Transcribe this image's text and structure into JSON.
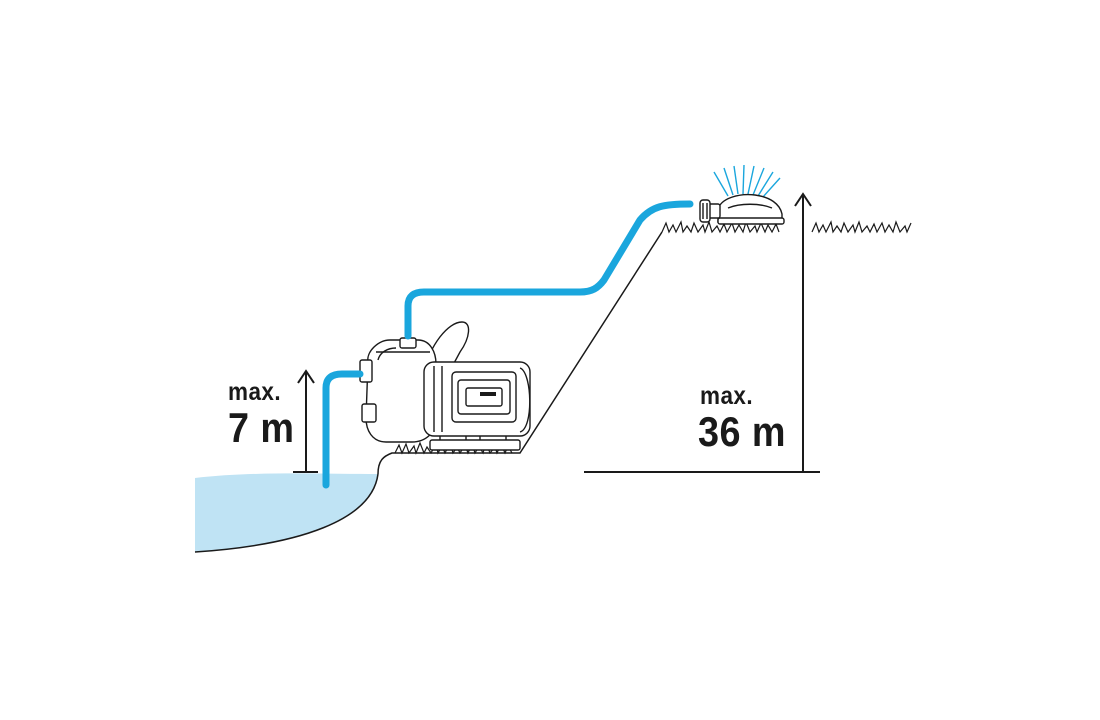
{
  "suction_height": {
    "prefix": "max.",
    "value": "7 m"
  },
  "delivery_height": {
    "prefix": "max.",
    "value": "36 m"
  },
  "colors": {
    "hose": "#1aa6dd",
    "water": "#bfe3f4",
    "line": "#1a1a1a",
    "background": "#ffffff"
  }
}
